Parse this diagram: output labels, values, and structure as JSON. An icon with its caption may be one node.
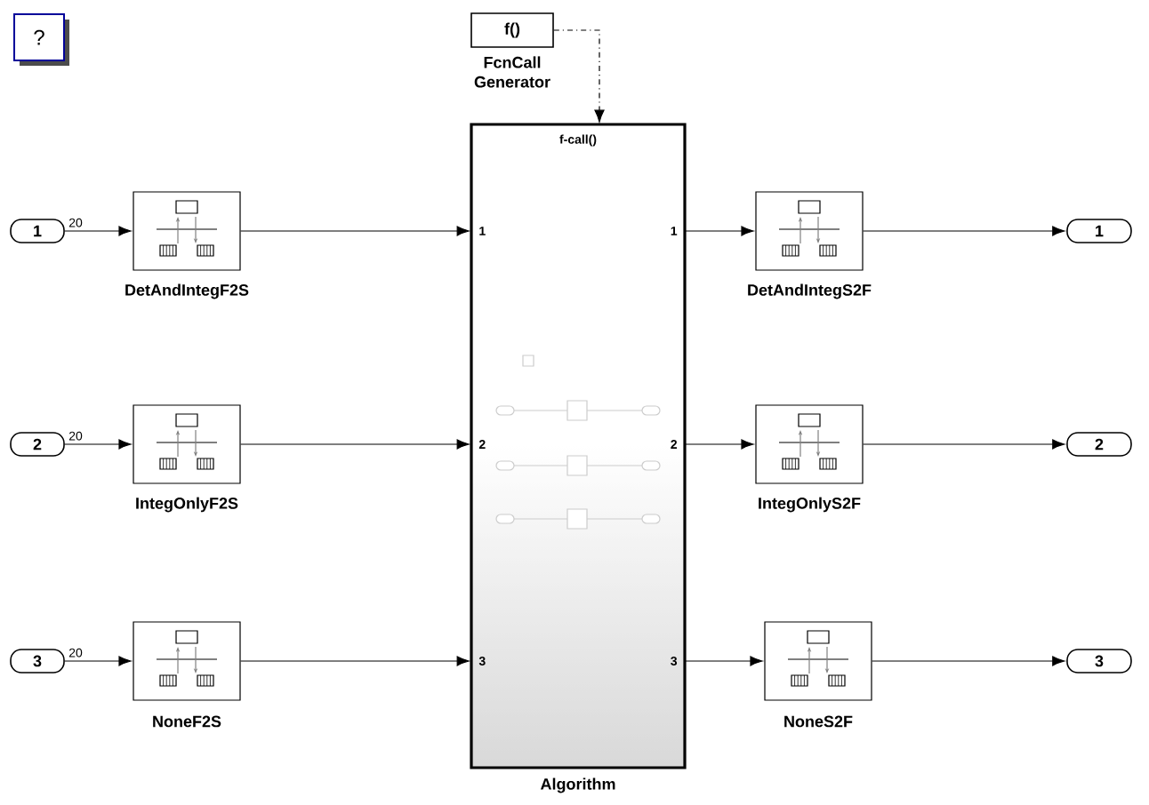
{
  "diagram": {
    "nodes": [
      {
        "text": [
          "?"
        ]
      },
      {
        "text": [
          "f()",
          "FcnCall Generator"
        ]
      },
      {
        "text": [
          "f-call()",
          "1",
          "2",
          "3",
          "1",
          "2",
          "3",
          "Algorithm"
        ]
      },
      {
        "text": [
          "1"
        ]
      },
      {
        "text": [
          "2"
        ]
      },
      {
        "text": [
          "3"
        ]
      },
      {
        "text": [
          "DetAndIntegF2S"
        ]
      },
      {
        "text": [
          "IntegOnlyF2S"
        ]
      },
      {
        "text": [
          "NoneF2S"
        ]
      },
      {
        "text": [
          "DetAndIntegS2F"
        ]
      },
      {
        "text": [
          "IntegOnlyS2F"
        ]
      },
      {
        "text": [
          "NoneS2F"
        ]
      },
      {
        "text": [
          "1"
        ]
      },
      {
        "text": [
          "2"
        ]
      },
      {
        "text": [
          "3"
        ]
      }
    ],
    "edges": [
      {
        "from": 1,
        "to": 2,
        "arrow": "to",
        "style": "dashed"
      },
      {
        "from": 3,
        "to": 6,
        "arrow": "to",
        "label": "20"
      },
      {
        "from": 4,
        "to": 7,
        "arrow": "to",
        "label": "20"
      },
      {
        "from": 5,
        "to": 8,
        "arrow": "to",
        "label": "20"
      },
      {
        "from": 6,
        "to": 2,
        "arrow": "to"
      },
      {
        "from": 7,
        "to": 2,
        "arrow": "to"
      },
      {
        "from": 8,
        "to": 2,
        "arrow": "to"
      },
      {
        "from": 2,
        "to": 9,
        "arrow": "to"
      },
      {
        "from": 2,
        "to": 10,
        "arrow": "to"
      },
      {
        "from": 2,
        "to": 11,
        "arrow": "to"
      },
      {
        "from": 9,
        "to": 12,
        "arrow": "to"
      },
      {
        "from": 10,
        "to": 13,
        "arrow": "to"
      },
      {
        "from": 11,
        "to": 14,
        "arrow": "to"
      }
    ]
  }
}
